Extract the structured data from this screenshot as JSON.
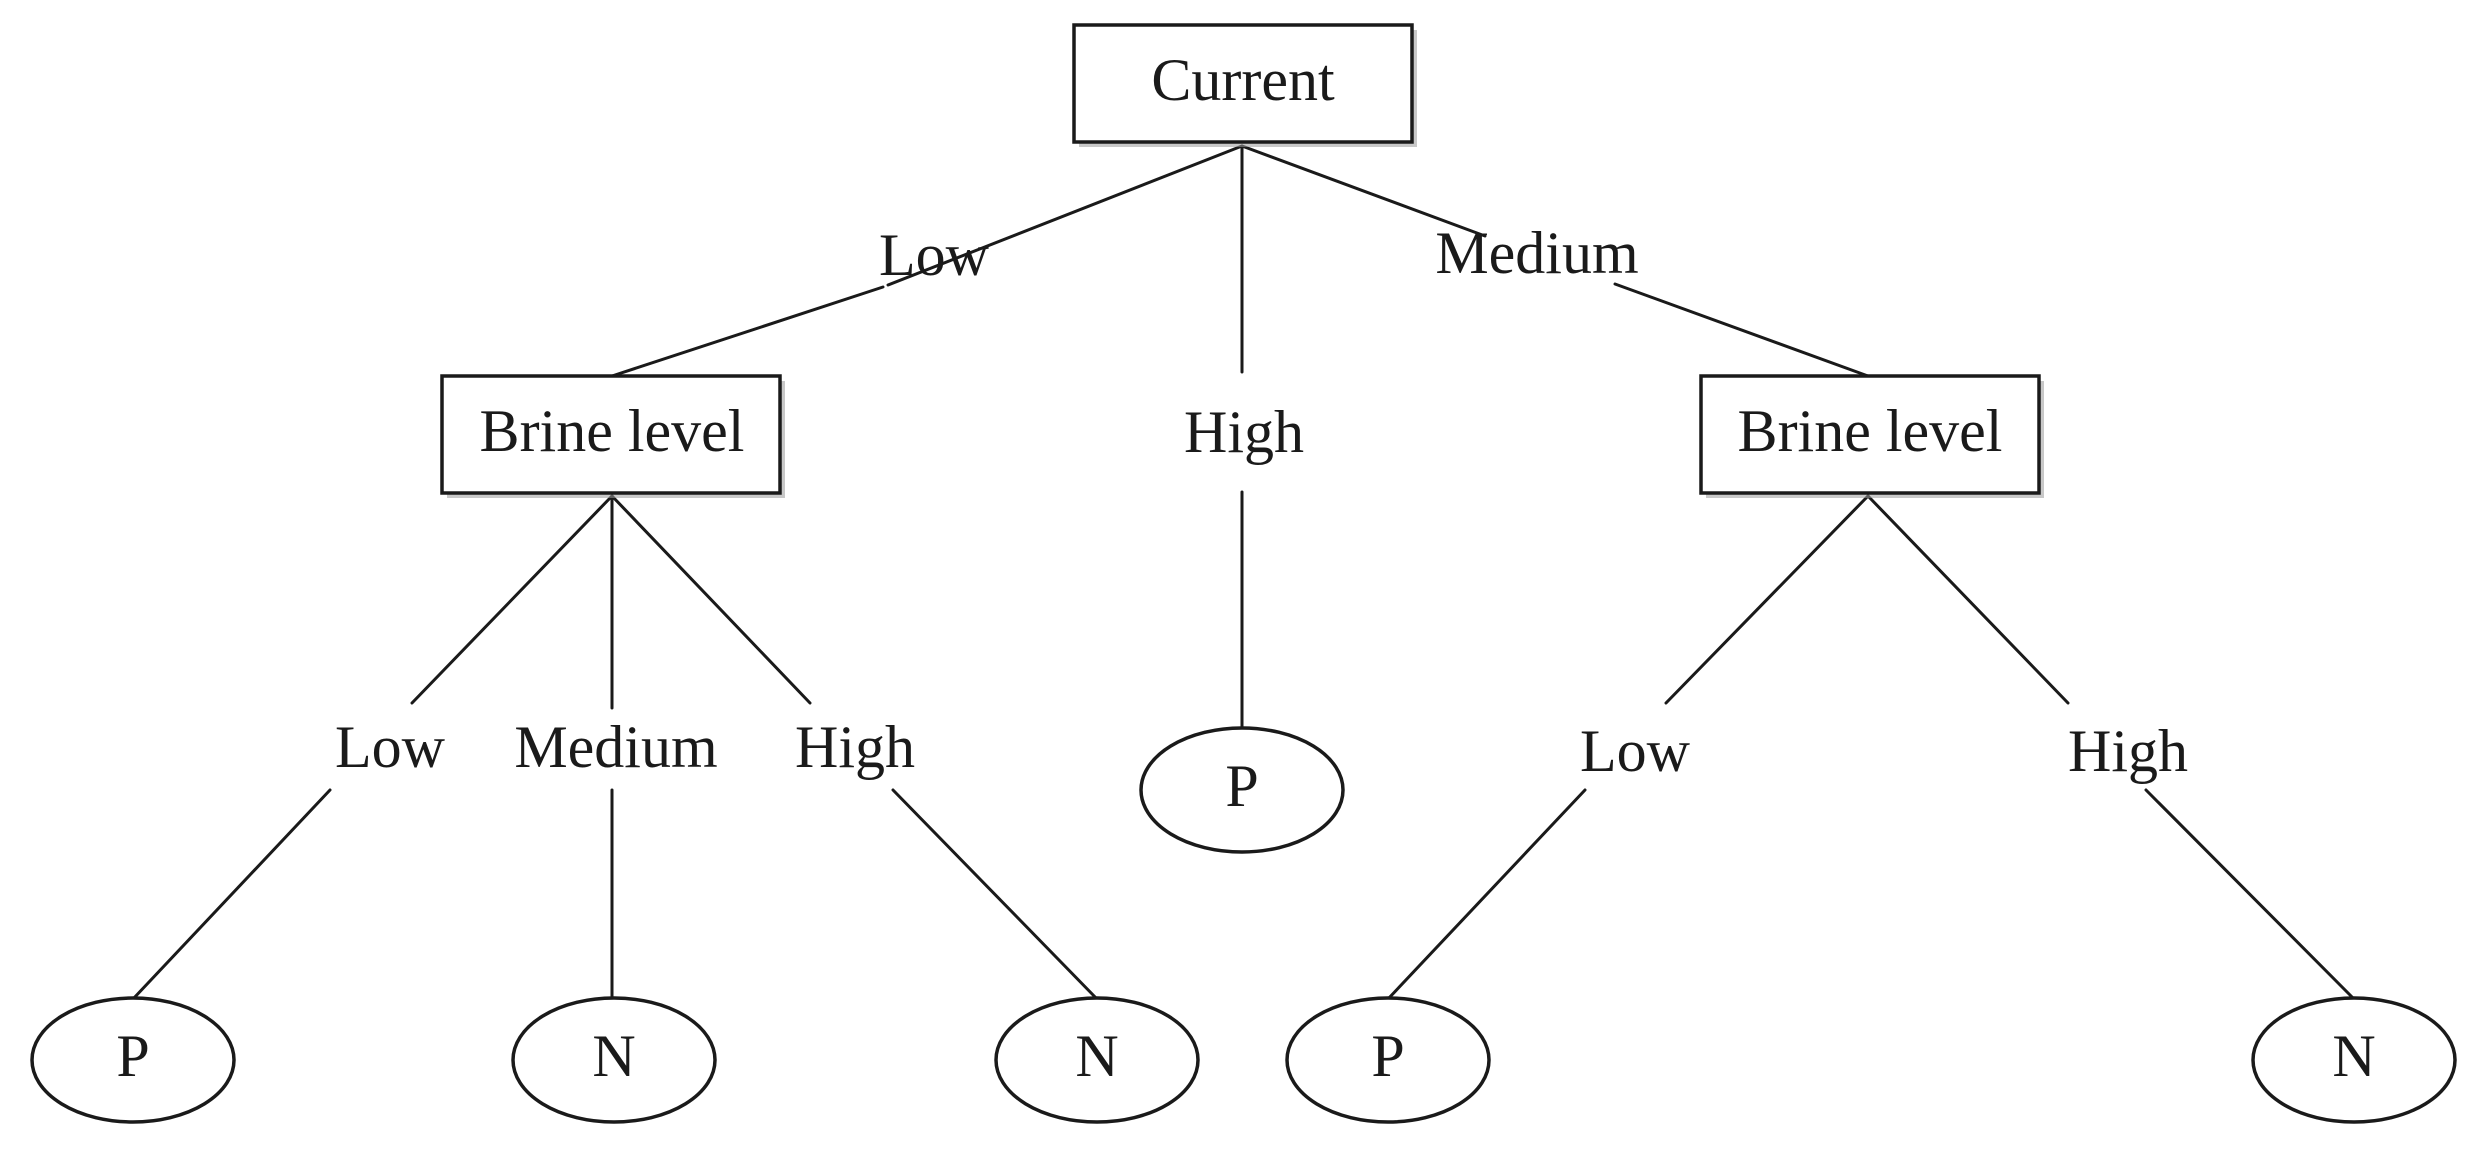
{
  "root": {
    "label": "Current"
  },
  "root_branches": {
    "low": "Low",
    "high": "High",
    "medium": "Medium"
  },
  "left_node": {
    "label": "Brine level"
  },
  "right_node": {
    "label": "Brine level"
  },
  "left_branches": {
    "low": "Low",
    "medium": "Medium",
    "high": "High"
  },
  "right_branches": {
    "low": "Low",
    "high": "High"
  },
  "leaves": {
    "left_low": "P",
    "left_medium": "N",
    "left_high": "N",
    "center_high": "P",
    "right_low": "P",
    "right_high": "N"
  }
}
